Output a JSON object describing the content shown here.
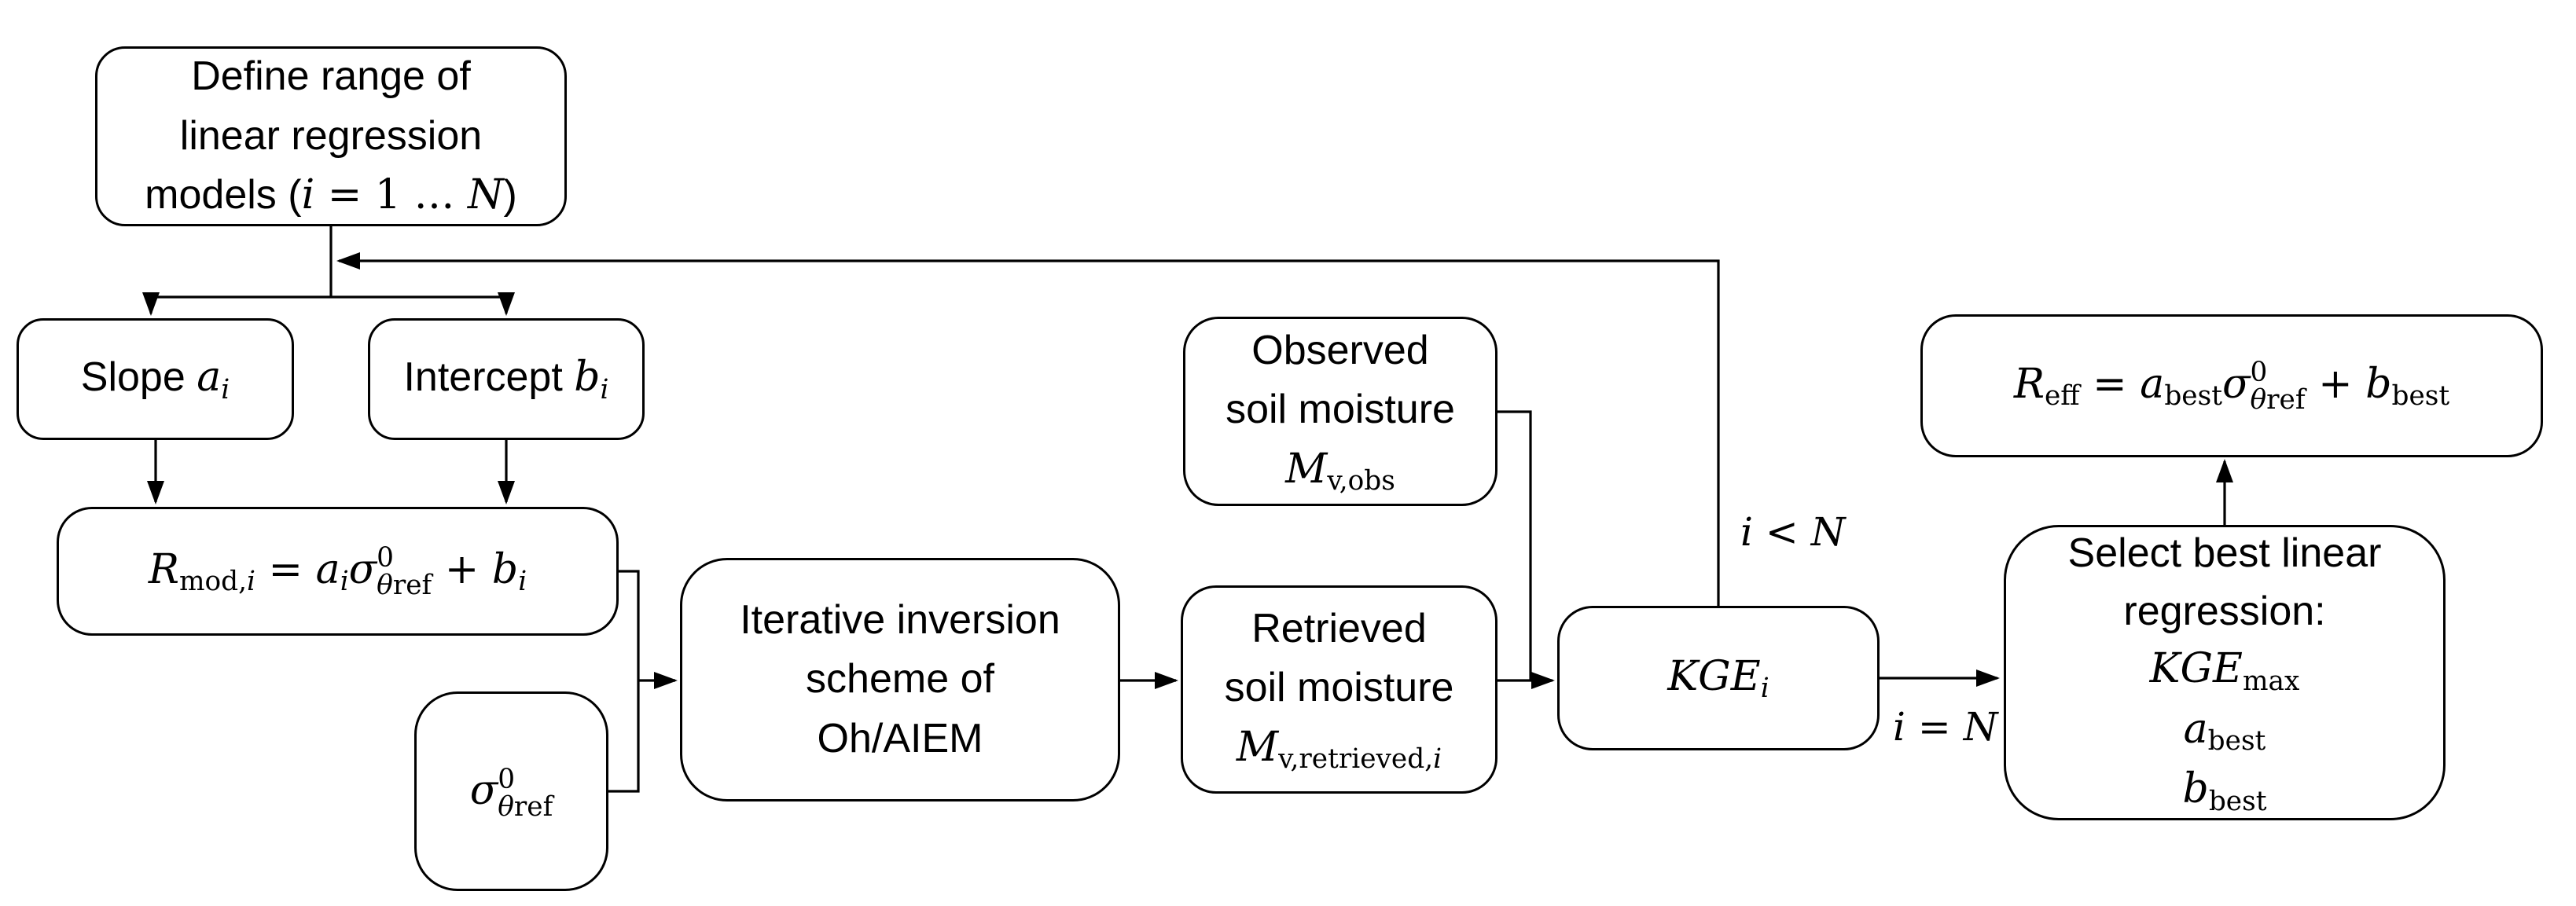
{
  "colors": {
    "background": "#ffffff",
    "stroke": "#000000",
    "text": "#000000"
  },
  "boxes": {
    "define_range": {
      "lines": [
        [
          [
            "s",
            "Define range of"
          ]
        ],
        [
          [
            "s",
            "linear regression"
          ]
        ],
        [
          [
            "s",
            "models ("
          ],
          [
            "i",
            "i"
          ],
          [
            "r",
            " = 1 … "
          ],
          [
            "i",
            "N"
          ],
          [
            "s",
            ")"
          ]
        ]
      ]
    },
    "slope": {
      "lines": [
        [
          [
            "s",
            "Slope "
          ],
          [
            "i",
            "a"
          ],
          [
            "sub",
            [
              [
                "i",
                "i"
              ]
            ]
          ]
        ]
      ]
    },
    "intercept": {
      "lines": [
        [
          [
            "s",
            "Intercept "
          ],
          [
            "i",
            "b"
          ],
          [
            "sub",
            [
              [
                "i",
                "i"
              ]
            ]
          ]
        ]
      ]
    },
    "regression_model": {
      "lines": [
        [
          [
            "i",
            "R"
          ],
          [
            "sub",
            [
              [
                "r",
                "mod,"
              ],
              [
                "i",
                "i"
              ]
            ]
          ],
          [
            "r",
            " = "
          ],
          [
            "i",
            "a"
          ],
          [
            "sub",
            [
              [
                "i",
                "i"
              ]
            ]
          ],
          [
            "i",
            "σ"
          ],
          [
            "ss",
            [
              [
                "r",
                "0"
              ]
            ],
            [
              [
                "i",
                "θ"
              ],
              [
                "r",
                "ref"
              ]
            ]
          ],
          [
            "r",
            " + "
          ],
          [
            "i",
            "b"
          ],
          [
            "sub",
            [
              [
                "i",
                "i"
              ]
            ]
          ]
        ]
      ]
    },
    "sigma_ref": {
      "lines": [
        [
          [
            "i",
            "σ"
          ],
          [
            "ss",
            [
              [
                "r",
                "0"
              ]
            ],
            [
              [
                "i",
                "θ"
              ],
              [
                "r",
                "ref"
              ]
            ]
          ]
        ]
      ]
    },
    "inversion_scheme": {
      "lines": [
        [
          [
            "s",
            "Iterative inversion"
          ]
        ],
        [
          [
            "s",
            "scheme of"
          ]
        ],
        [
          [
            "s",
            "Oh/AIEM"
          ]
        ]
      ]
    },
    "observed_sm": {
      "lines": [
        [
          [
            "s",
            "Observed"
          ]
        ],
        [
          [
            "s",
            "soil moisture"
          ]
        ],
        [
          [
            "i",
            "M"
          ],
          [
            "sub",
            [
              [
                "r",
                "v,obs"
              ]
            ]
          ]
        ]
      ]
    },
    "retrieved_sm": {
      "lines": [
        [
          [
            "s",
            "Retrieved"
          ]
        ],
        [
          [
            "s",
            "soil moisture"
          ]
        ],
        [
          [
            "i",
            "M"
          ],
          [
            "sub",
            [
              [
                "r",
                "v,retrieved,"
              ],
              [
                "i",
                "i"
              ]
            ]
          ]
        ]
      ]
    },
    "kge": {
      "lines": [
        [
          [
            "i",
            "KGE"
          ],
          [
            "sub",
            [
              [
                "i",
                "i"
              ]
            ]
          ]
        ]
      ]
    },
    "select_best": {
      "lines": [
        [
          [
            "s",
            "Select best linear"
          ]
        ],
        [
          [
            "s",
            "regression:"
          ]
        ],
        [
          [
            "i",
            "KGE"
          ],
          [
            "sub",
            [
              [
                "r",
                "max"
              ]
            ]
          ]
        ],
        [
          [
            "i",
            "a"
          ],
          [
            "sub",
            [
              [
                "r",
                "best"
              ]
            ]
          ]
        ],
        [
          [
            "i",
            "b"
          ],
          [
            "sub",
            [
              [
                "r",
                "best"
              ]
            ]
          ]
        ]
      ]
    },
    "effective_r": {
      "lines": [
        [
          [
            "i",
            "R"
          ],
          [
            "sub",
            [
              [
                "r",
                "eff"
              ]
            ]
          ],
          [
            "r",
            " = "
          ],
          [
            "i",
            "a"
          ],
          [
            "sub",
            [
              [
                "r",
                "best"
              ]
            ]
          ],
          [
            "i",
            "σ"
          ],
          [
            "ss",
            [
              [
                "r",
                "0"
              ]
            ],
            [
              [
                "i",
                "θ"
              ],
              [
                "r",
                "ref"
              ]
            ]
          ],
          [
            "r",
            " + "
          ],
          [
            "i",
            "b"
          ],
          [
            "sub",
            [
              [
                "r",
                "best"
              ]
            ]
          ]
        ]
      ]
    }
  },
  "labels": {
    "continue_loop": {
      "segs": [
        [
          "i",
          "i"
        ],
        [
          "r",
          " < "
        ],
        [
          "i",
          "N"
        ]
      ]
    },
    "end_loop": {
      "segs": [
        [
          "i",
          "i"
        ],
        [
          "r",
          " = "
        ],
        [
          "i",
          "N"
        ]
      ]
    }
  }
}
